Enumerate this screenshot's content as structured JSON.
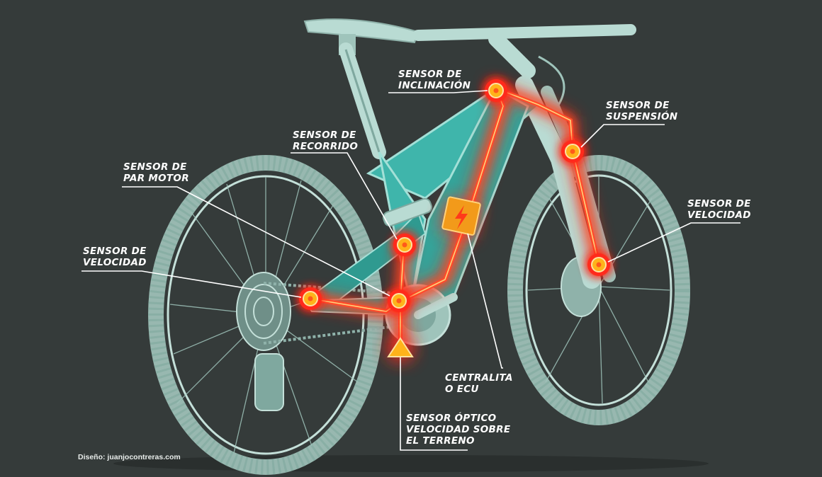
{
  "labels": {
    "sensor_inclinacion": [
      "SENSOR DE",
      "INCLINACIÓN"
    ],
    "sensor_suspension": [
      "SENSOR DE",
      "SUSPENSIÓN"
    ],
    "sensor_recorrido": [
      "SENSOR DE",
      "RECORRIDO"
    ],
    "sensor_par_motor": [
      "SENSOR DE",
      "PAR MOTOR"
    ],
    "sensor_velocidad_delantera": [
      "SENSOR DE",
      "VELOCIDAD"
    ],
    "sensor_velocidad_trasera": [
      "SENSOR DE",
      "VELOCIDAD"
    ],
    "centralita": [
      "CENTRALITA",
      "O ECU"
    ],
    "sensor_optico": [
      "SENSOR ÓPTICO",
      "VELOCIDAD SOBRE",
      "EL TERRENO"
    ]
  },
  "credit": "Diseño: juanjocontreras.com",
  "icons": {
    "ecu": "lightning-bolt-icon",
    "optical_sensor": "triangle-warning-icon"
  },
  "colors": {
    "background": "#353b3a",
    "bike_outline": "#a9cfc6",
    "frame": "#3fb5ab",
    "wiring_glow": "#ff2a1a",
    "sensor_fill": "#ffb31a",
    "label_text": "#ffffff"
  }
}
